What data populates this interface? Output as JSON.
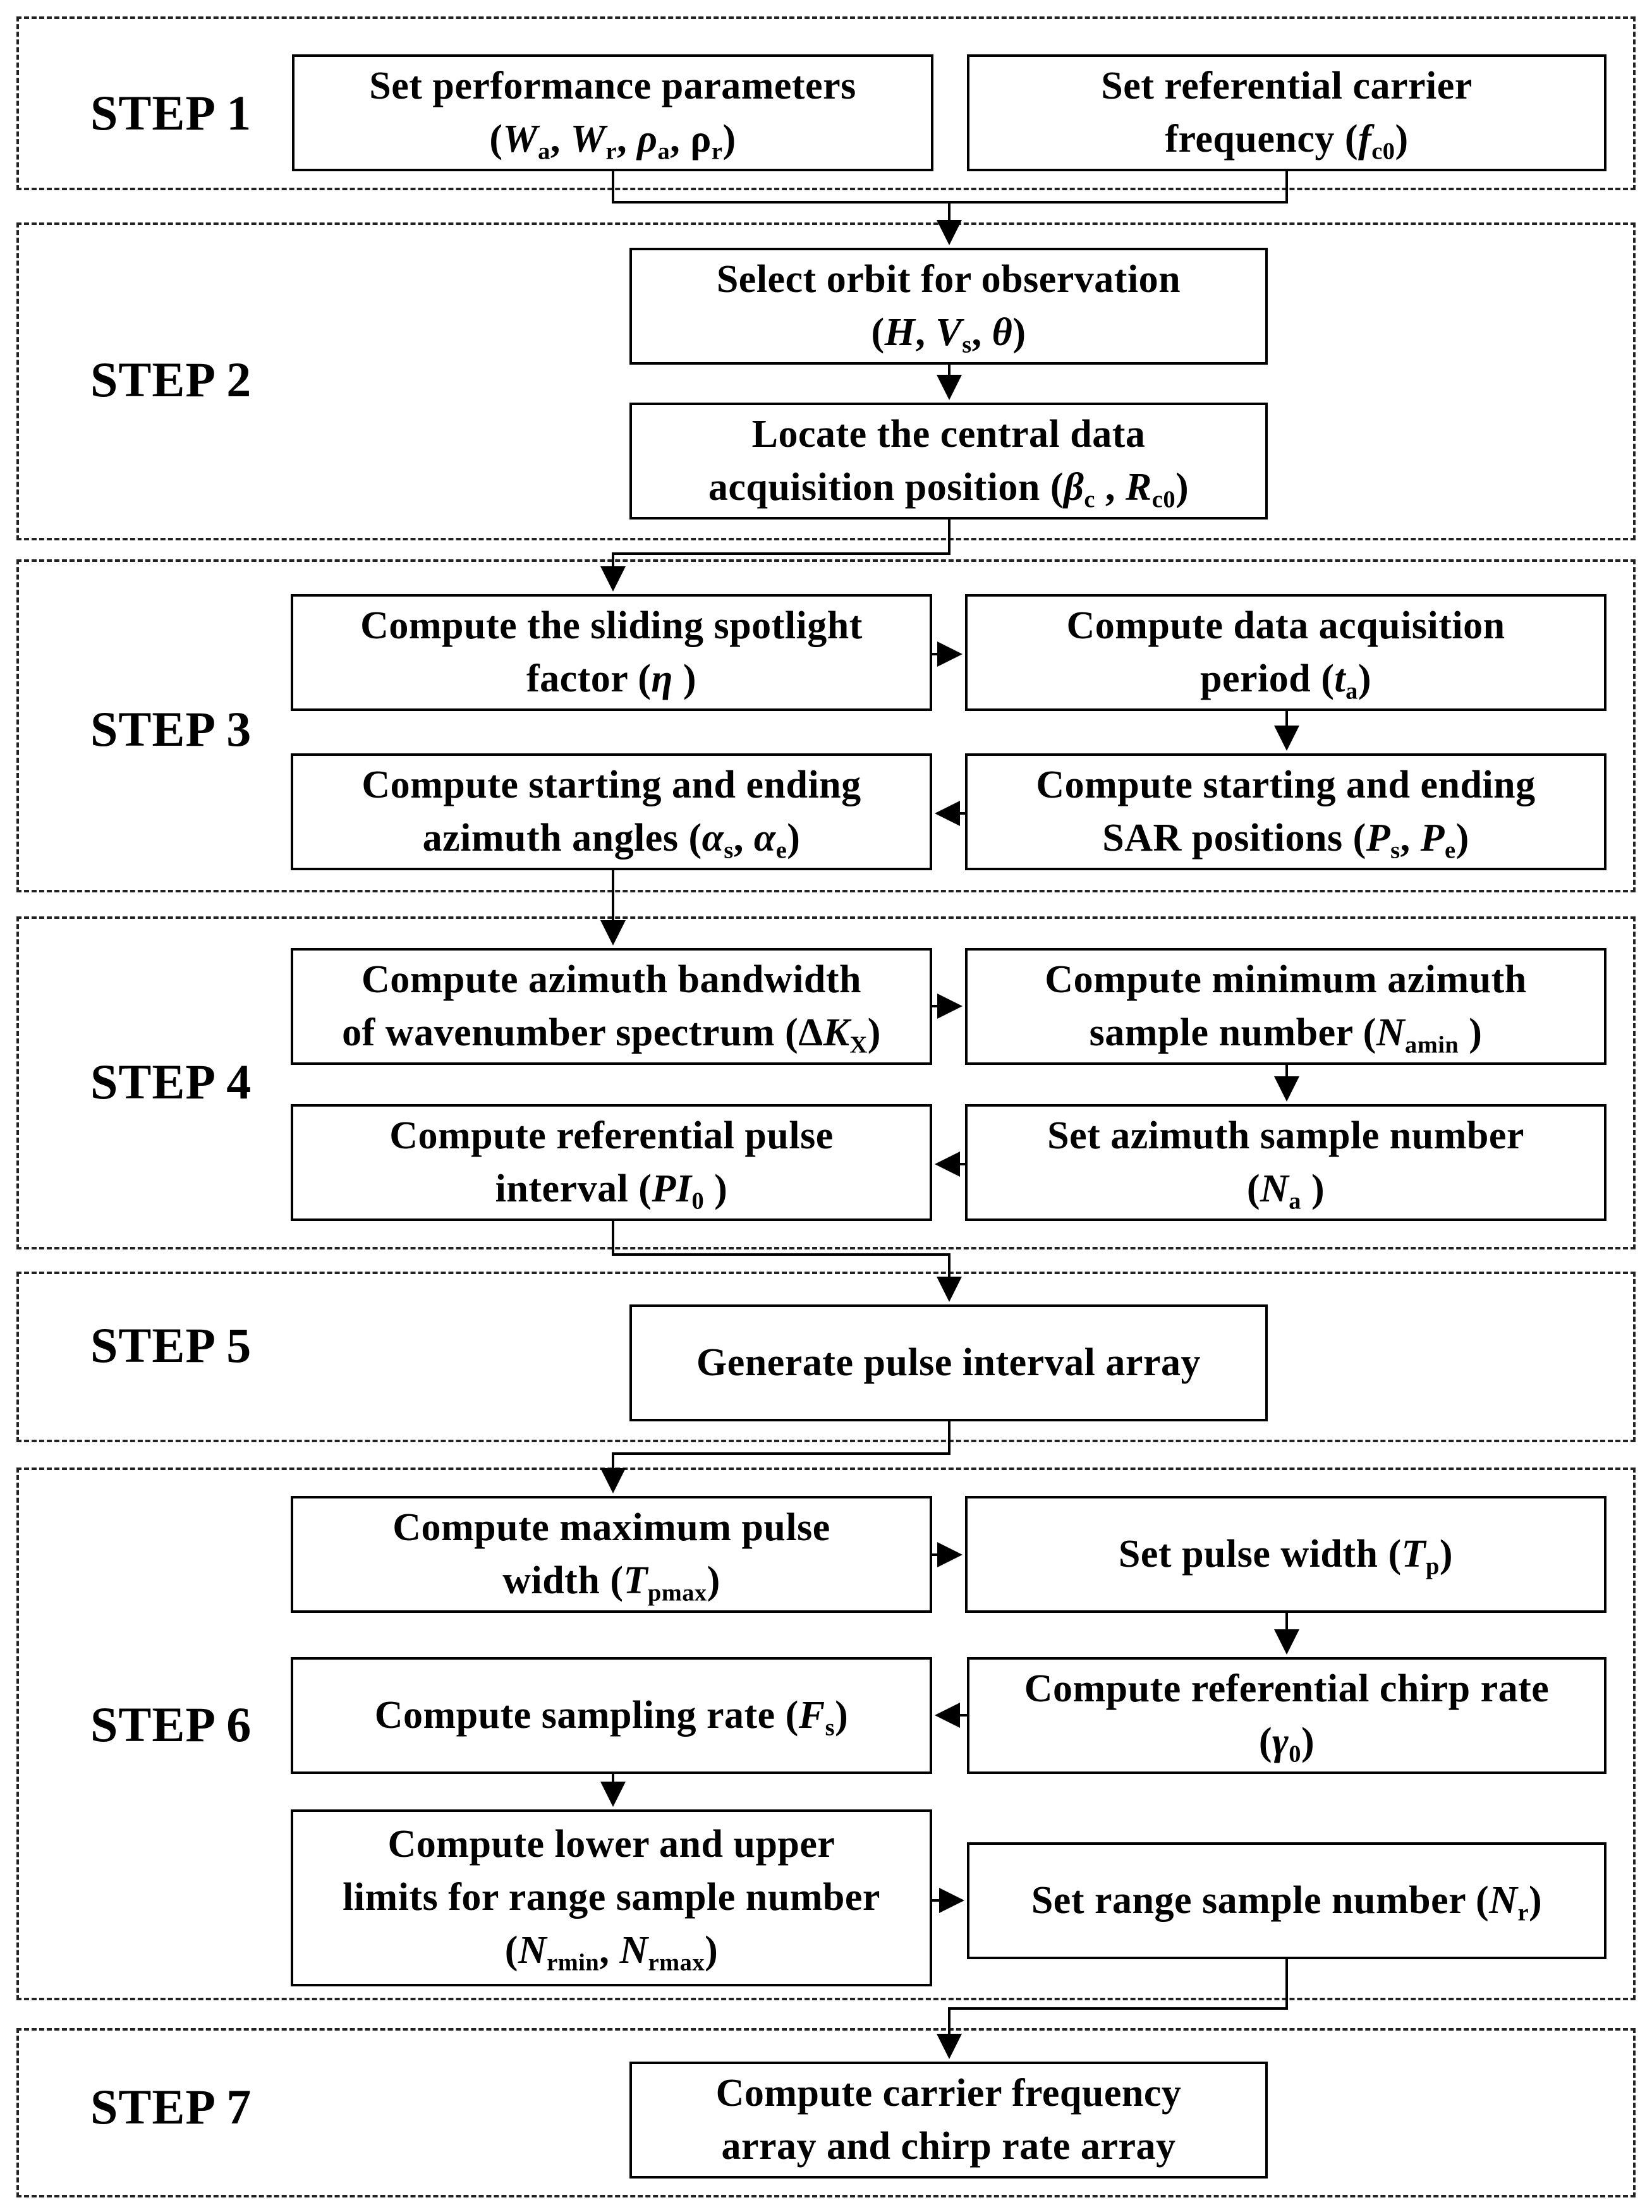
{
  "steps": [
    {
      "label": "STEP 1"
    },
    {
      "label": "STEP 2"
    },
    {
      "label": "STEP 3"
    },
    {
      "label": "STEP 4"
    },
    {
      "label": "STEP 5"
    },
    {
      "label": "STEP 6"
    },
    {
      "label": "STEP 7"
    }
  ],
  "boxes": {
    "set_performance_parameters": {
      "line1": "Set performance parameters",
      "line2_text": "(Wa, Wr, ρa, ρr)"
    },
    "set_referential_carrier_frequency": {
      "line1": "Set referential carrier",
      "line2": "frequency",
      "symbol": "(fc0)"
    },
    "select_orbit": {
      "line1": "Select orbit for observation",
      "symbol": "(H, Vs, θ)"
    },
    "locate_central_position": {
      "line1": "Locate the central data",
      "line2": "acquisition position",
      "symbol": "(βc , Rc0)"
    },
    "compute_sliding_spotlight_factor": {
      "line1": "Compute the sliding spotlight",
      "line2": "factor",
      "symbol": "(η )"
    },
    "compute_data_acquisition_period": {
      "line1": "Compute data acquisition",
      "line2": "period",
      "symbol": "(ta)"
    },
    "compute_sar_positions": {
      "line1": "Compute starting and ending",
      "line2": "SAR positions",
      "symbol": "(Ps, Pe)"
    },
    "compute_azimuth_angles": {
      "line1": "Compute starting and ending",
      "line2": "azimuth angles",
      "symbol": "(αs, αe)"
    },
    "compute_azimuth_bandwidth": {
      "line1": "Compute azimuth bandwidth",
      "line2": "of wavenumber spectrum",
      "symbol": "(ΔKX)"
    },
    "compute_min_azimuth_sample_number": {
      "line1": "Compute minimum azimuth",
      "line2": "sample number",
      "symbol": "(Namin )"
    },
    "set_azimuth_sample_number": {
      "line1": "Set azimuth sample number",
      "symbol": "(Na )"
    },
    "compute_referential_pulse_interval": {
      "line1": "Compute referential pulse",
      "line2": "interval",
      "symbol": "(PI0 )"
    },
    "generate_pulse_interval_array": {
      "line1": "Generate pulse interval array"
    },
    "compute_max_pulse_width": {
      "line1": "Compute maximum pulse",
      "line2": "width",
      "symbol": "(Tpmax)"
    },
    "set_pulse_width": {
      "line1": "Set pulse width",
      "symbol": "(Tp)"
    },
    "compute_referential_chirp_rate": {
      "line1": "Compute referential chirp rate",
      "symbol": "(γ0)"
    },
    "compute_sampling_rate": {
      "line1": "Compute sampling rate",
      "symbol": "(Fs)"
    },
    "compute_range_sample_limits": {
      "line1": "Compute lower and upper",
      "line2": "limits for range sample number",
      "symbol": "(Nrmin, Nrmax)"
    },
    "set_range_sample_number": {
      "line1": "Set range sample number",
      "symbol": "(Nr)"
    },
    "compute_carrier_frequency_array": {
      "line1": "Compute carrier frequency",
      "line2": "array and chirp rate array"
    }
  }
}
